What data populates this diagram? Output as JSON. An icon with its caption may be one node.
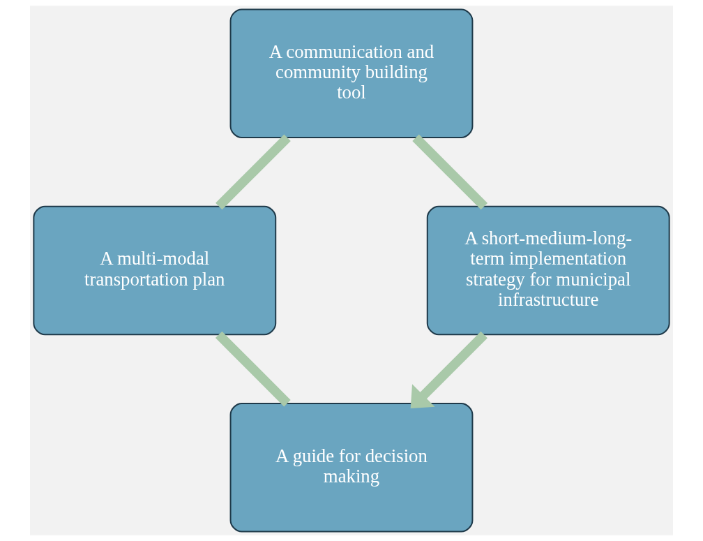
{
  "diagram": {
    "nodes": [
      {
        "text": [
          "A guide for decision making"
        ]
      },
      {
        "text": [
          "A multi-modal transportation plan"
        ]
      },
      {
        "text": [
          "A communication and community building tool"
        ]
      },
      {
        "text": [
          "A short-medium-long-term implementation strategy for municipal infrastructure"
        ]
      }
    ],
    "edges": [
      {
        "from": 0,
        "to": 1,
        "arrow": "none"
      },
      {
        "from": 1,
        "to": 2,
        "arrow": "none"
      },
      {
        "from": 2,
        "to": 3,
        "arrow": "none"
      },
      {
        "from": 3,
        "to": 0,
        "arrow": "to"
      }
    ]
  }
}
